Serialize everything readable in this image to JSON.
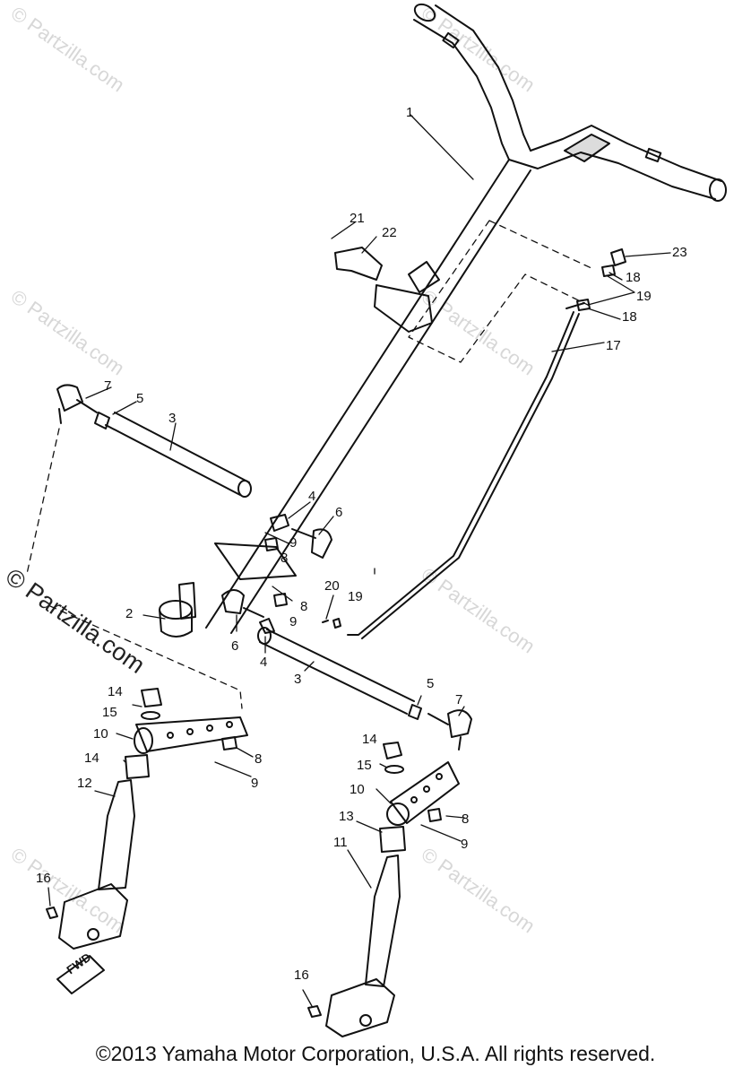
{
  "watermark": {
    "text": "© Partzilla.com",
    "prominent_text": "© Partzilla.com"
  },
  "callouts": [
    "1",
    "2",
    "3",
    "3",
    "4",
    "4",
    "5",
    "5",
    "6",
    "6",
    "7",
    "7",
    "8",
    "8",
    "8",
    "8",
    "9",
    "9",
    "9",
    "9",
    "10",
    "10",
    "11",
    "12",
    "13",
    "14",
    "14",
    "14",
    "15",
    "15",
    "16",
    "16",
    "17",
    "18",
    "18",
    "19",
    "19",
    "20",
    "21",
    "22",
    "23"
  ],
  "fwd_mark": "FWD",
  "footer": {
    "copyright": "©2013 Yamaha Motor Corporation, U.S.A. All rights reserved."
  },
  "colors": {
    "line": "#111111",
    "watermark": "#d7d7d7"
  }
}
